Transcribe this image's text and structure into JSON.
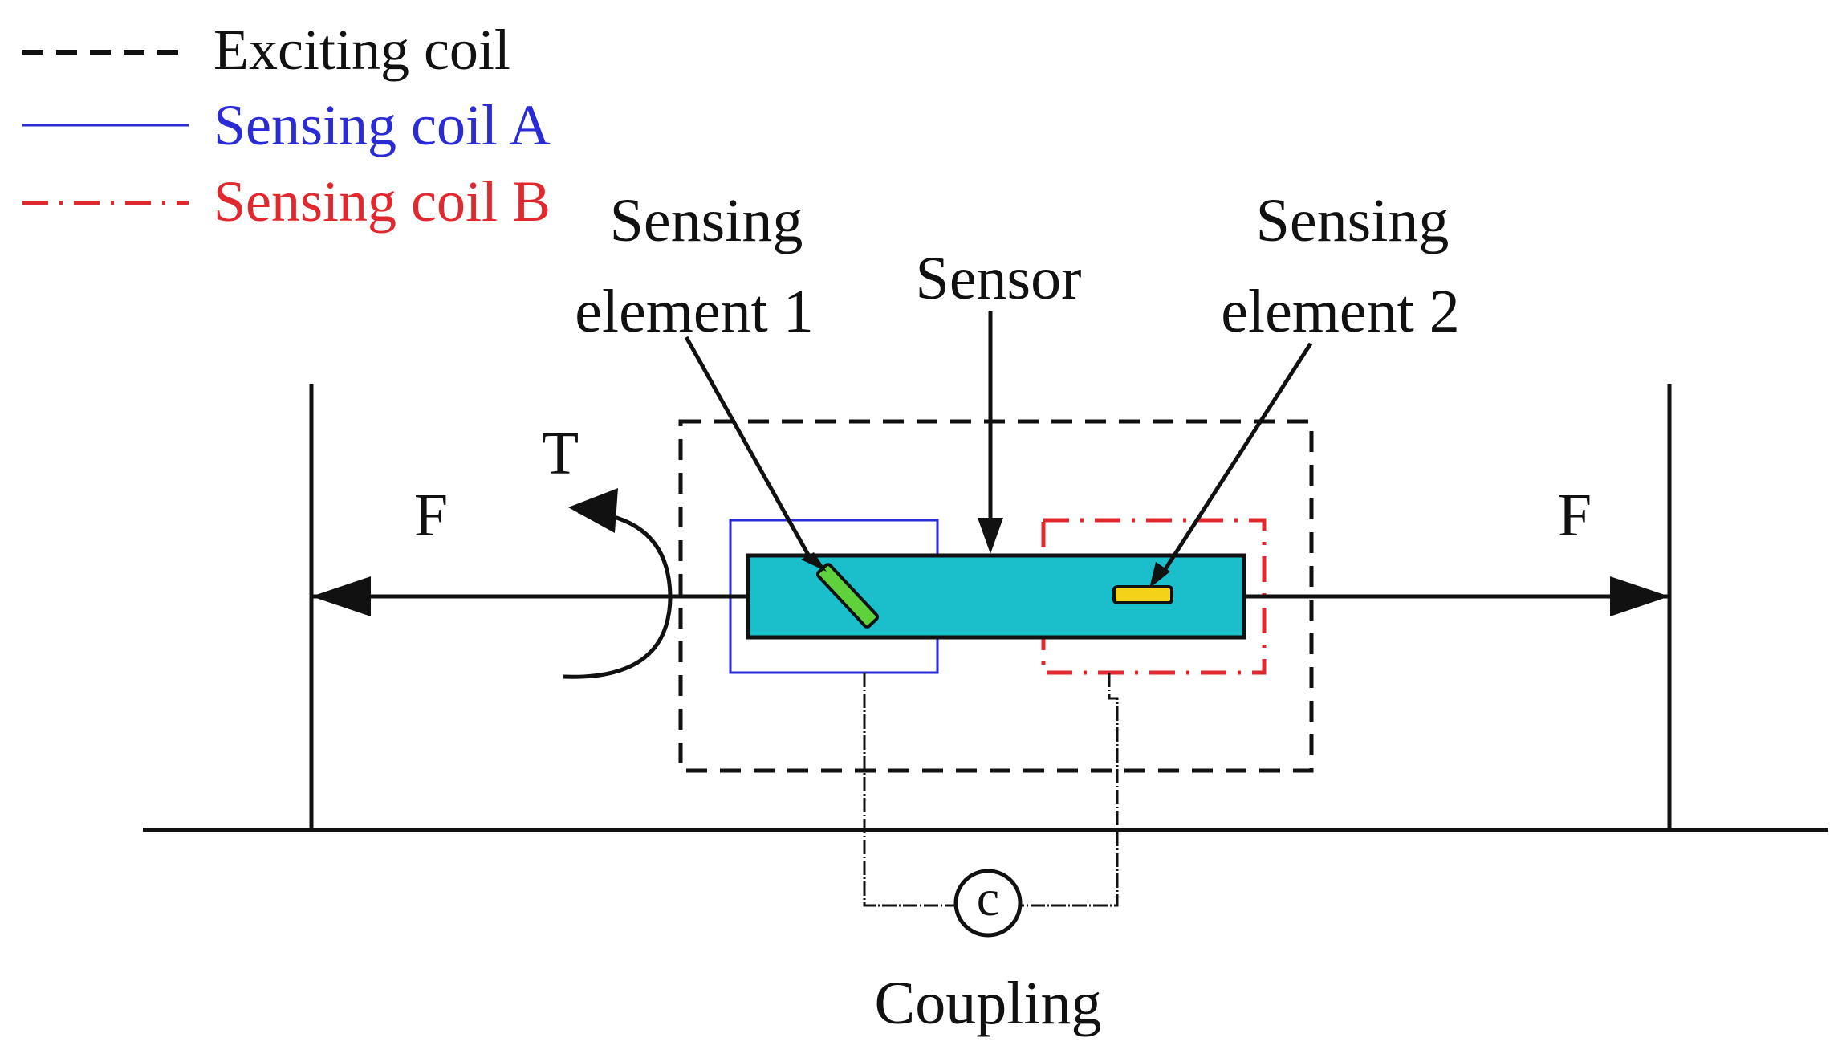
{
  "legend": {
    "exciting": "Exciting coil",
    "sensing_a": "Sensing coil A",
    "sensing_b": "Sensing coil B"
  },
  "labels": {
    "sensing_element_1_line1": "Sensing",
    "sensing_element_1_line2": "element 1",
    "sensor": "Sensor",
    "sensing_element_2_line1": "Sensing",
    "sensing_element_2_line2": "element 2",
    "torque": "T",
    "force_left": "F",
    "force_right": "F",
    "coupling_symbol": "c",
    "coupling": "Coupling"
  },
  "colors": {
    "line": "#111111",
    "sensing_coil_a": "#2b2bd6",
    "sensing_coil_b": "#e0282e",
    "sensor_body": "#1bbfcc",
    "sensing_element_1": "#5fd13a",
    "sensing_element_2": "#f5d21a"
  }
}
